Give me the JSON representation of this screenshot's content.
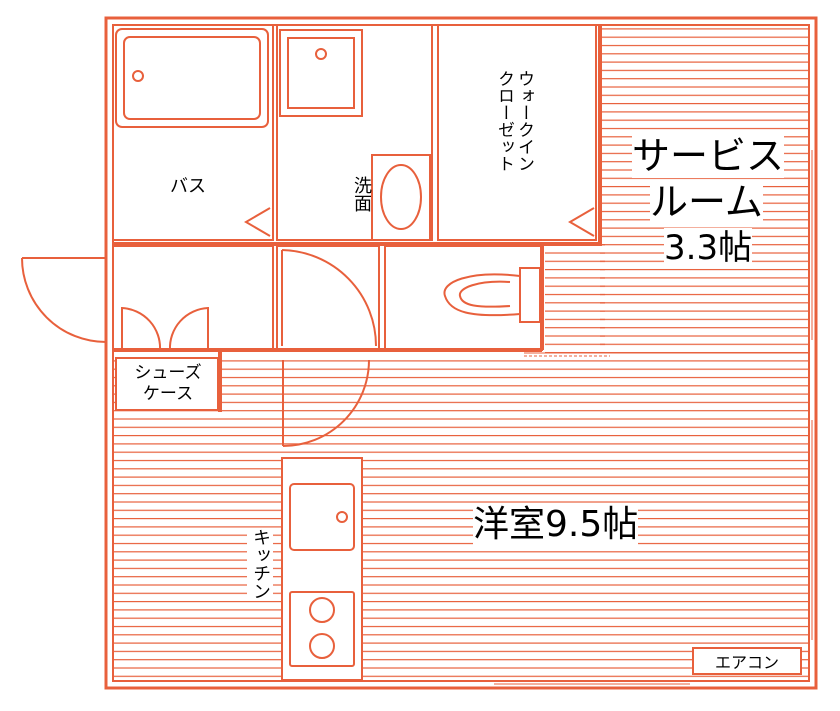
{
  "colors": {
    "wall": "#E8603C",
    "hatch": "#E8603C",
    "text": "#000000",
    "background": "#FFFFFF"
  },
  "rooms": {
    "service_room_line1": "サービス",
    "service_room_line2": "ルーム",
    "service_room_size": "3.3帖",
    "western_room": "洋室9.5帖",
    "bath": "バス",
    "washroom": "洗面",
    "walk_in_closet_col1": "ウォークイン",
    "walk_in_closet_col2": "クローゼット",
    "kitchen": "キッチン",
    "shoe_case_line1": "シューズ",
    "shoe_case_line2": "ケース",
    "aircon": "エアコン"
  }
}
